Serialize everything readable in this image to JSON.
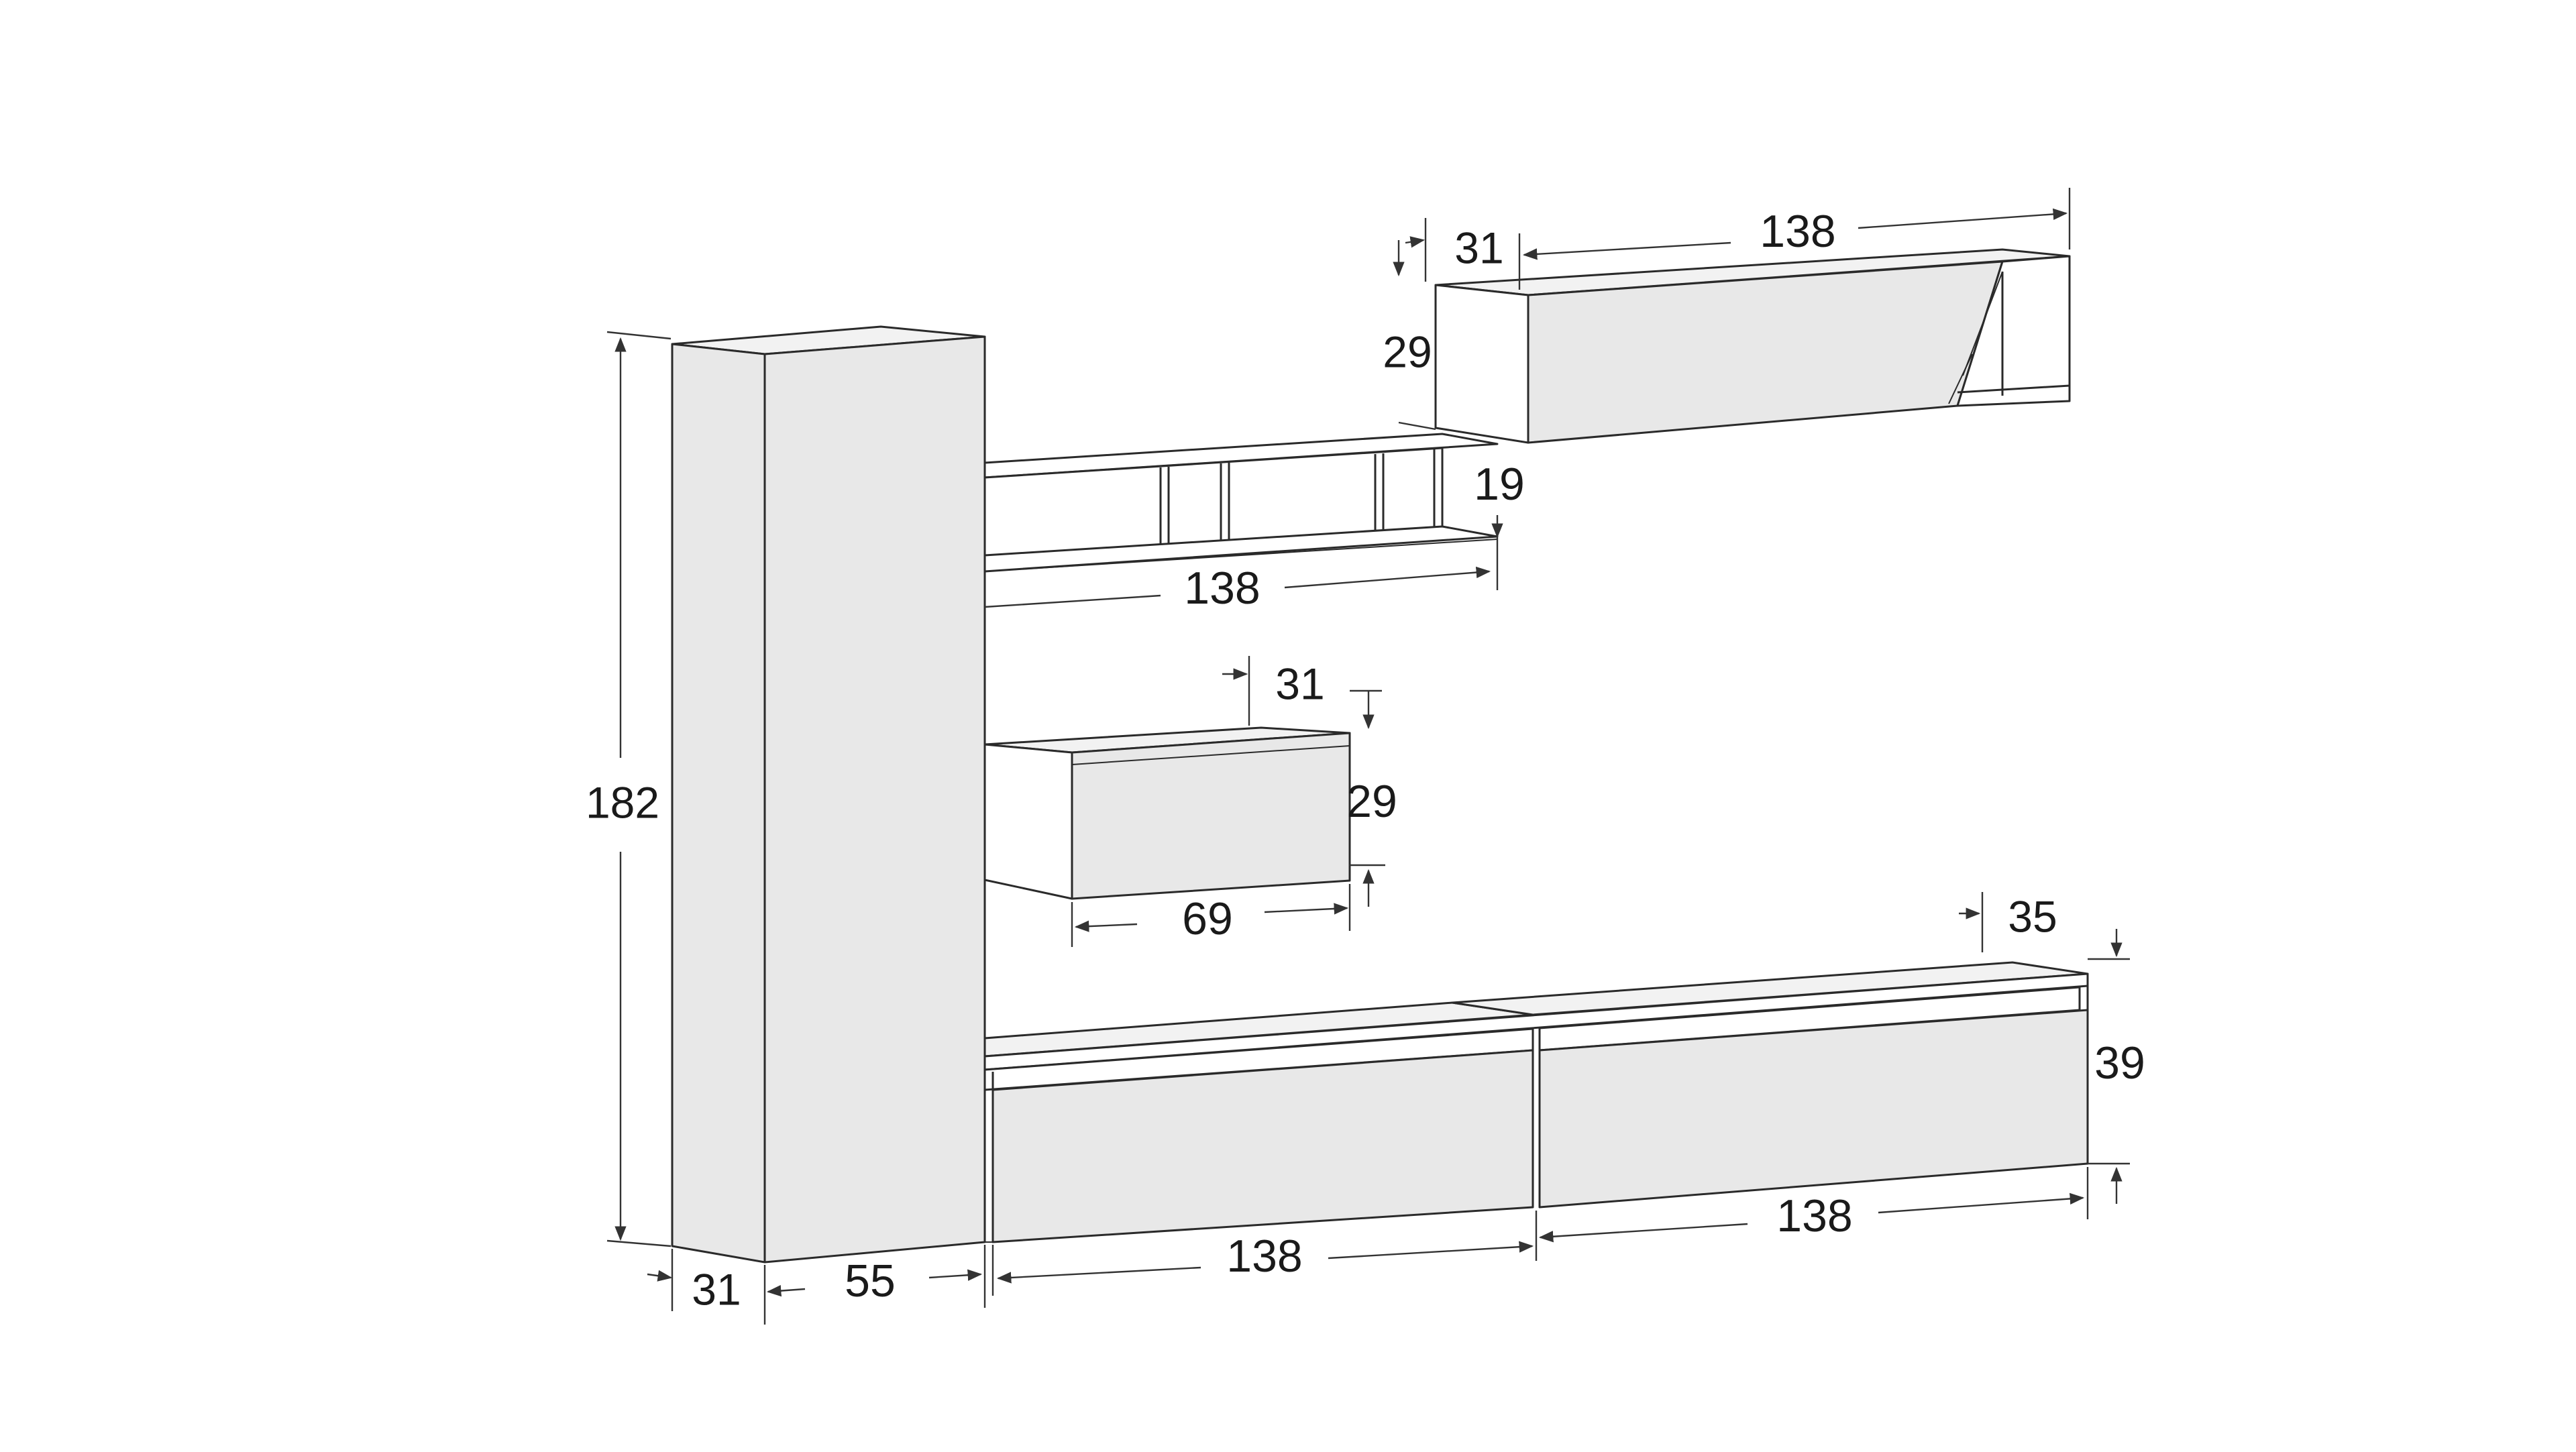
{
  "drawing": {
    "tall_unit": {
      "height": "182",
      "depth": "31",
      "width": "55"
    },
    "open_shelf": {
      "width": "138",
      "height": "19"
    },
    "upper_cabinet": {
      "depth": "31",
      "width": "138",
      "height": "29"
    },
    "small_cabinet": {
      "depth": "31",
      "height": "29",
      "width": "69"
    },
    "low_units": {
      "left_width": "138",
      "right_width": "138",
      "height": "39",
      "depth": "35"
    }
  },
  "colors": {
    "line": "#2a2a2a",
    "panel": "#e8e8e8",
    "background": "#ffffff"
  }
}
